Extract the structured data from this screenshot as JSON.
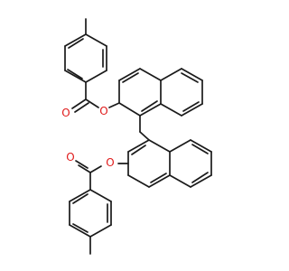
{
  "diagram": {
    "type": "chemical-structure",
    "atom_label_color": "#e01b1b",
    "bond_color": "#1a1a1a",
    "atom_labels": {
      "o_carbonyl_top": "O",
      "o_ester_top": "O",
      "o_carbonyl_bottom": "O",
      "o_ester_bottom": "O"
    }
  }
}
